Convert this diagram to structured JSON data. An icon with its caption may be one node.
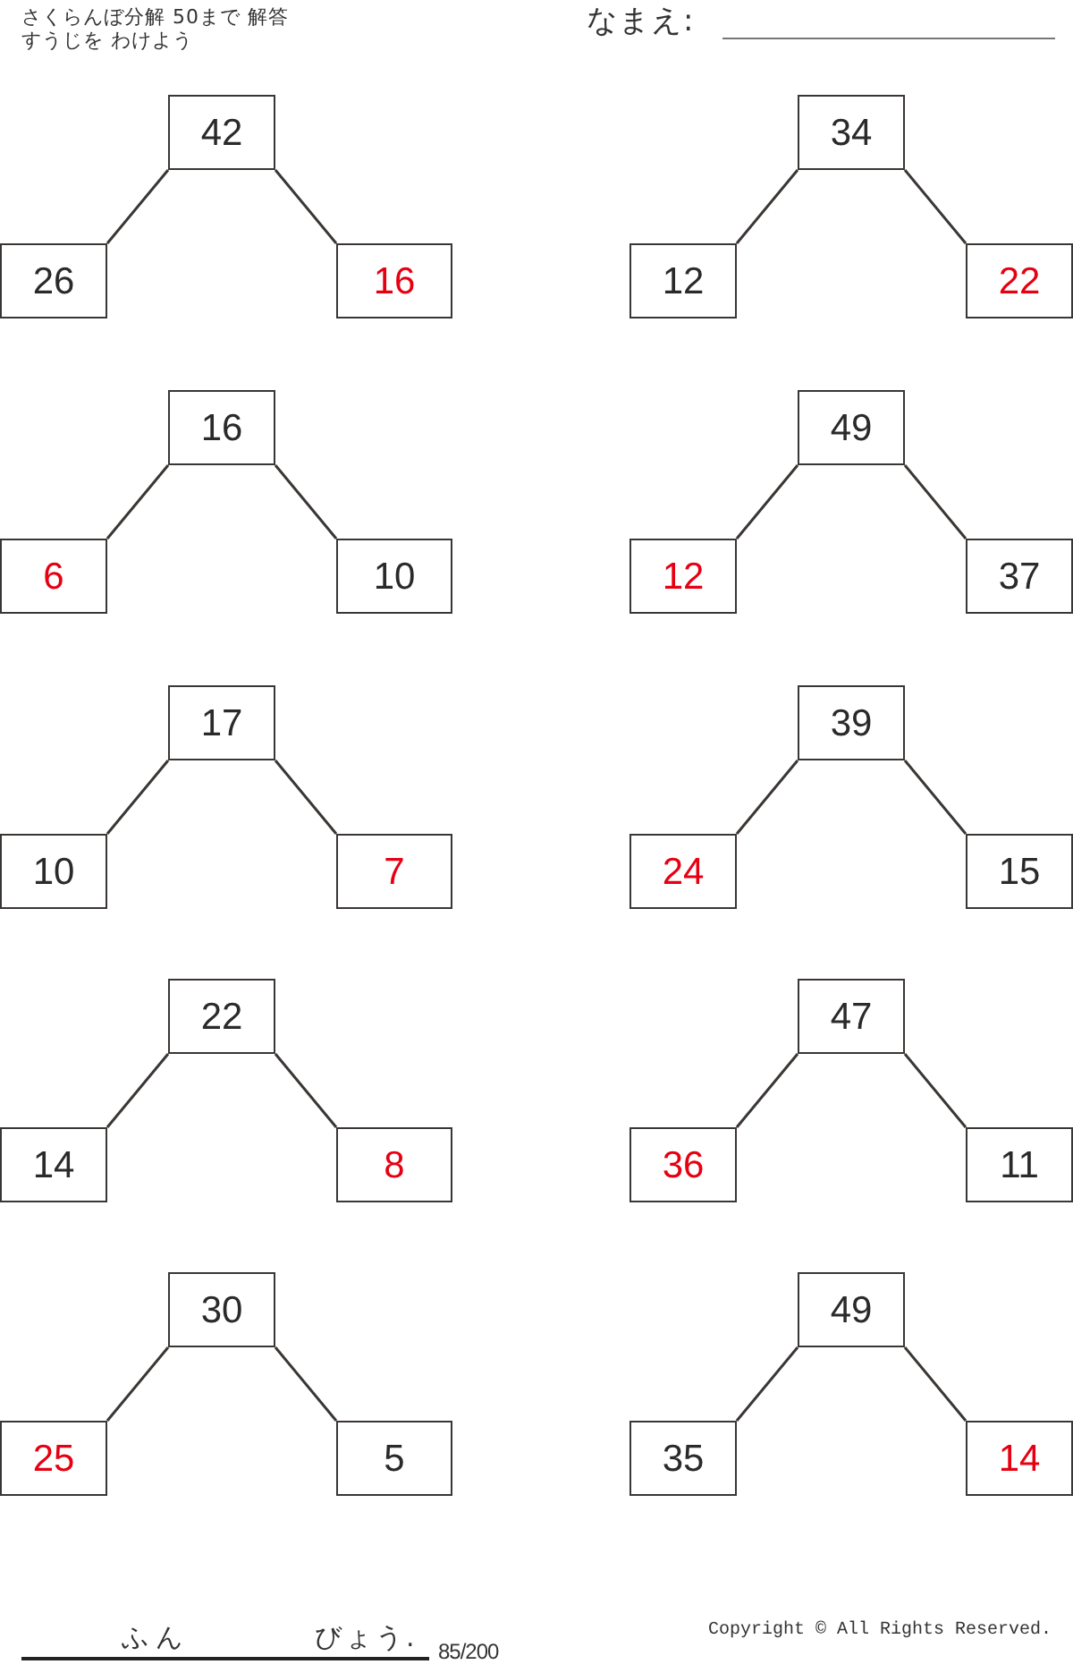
{
  "diagram": {
    "title": "さくらんぼ分解 50まで 解答",
    "nodes": [
      {
        "text": [
          "42"
        ]
      },
      {
        "text": [
          "26"
        ]
      },
      {
        "text": [
          "16"
        ]
      },
      {
        "text": [
          "34"
        ]
      },
      {
        "text": [
          "12"
        ]
      },
      {
        "text": [
          "22"
        ]
      },
      {
        "text": [
          "16"
        ]
      },
      {
        "text": [
          "6"
        ]
      },
      {
        "text": [
          "10"
        ]
      },
      {
        "text": [
          "49"
        ]
      },
      {
        "text": [
          "12"
        ]
      },
      {
        "text": [
          "37"
        ]
      },
      {
        "text": [
          "17"
        ]
      },
      {
        "text": [
          "10"
        ]
      },
      {
        "text": [
          "7"
        ]
      },
      {
        "text": [
          "39"
        ]
      },
      {
        "text": [
          "24"
        ]
      },
      {
        "text": [
          "15"
        ]
      },
      {
        "text": [
          "22"
        ]
      },
      {
        "text": [
          "14"
        ]
      },
      {
        "text": [
          "8"
        ]
      },
      {
        "text": [
          "47"
        ]
      },
      {
        "text": [
          "36"
        ]
      },
      {
        "text": [
          "11"
        ]
      },
      {
        "text": [
          "30"
        ]
      },
      {
        "text": [
          "25"
        ]
      },
      {
        "text": [
          "5"
        ]
      },
      {
        "text": [
          "49"
        ]
      },
      {
        "text": [
          "35"
        ]
      },
      {
        "text": [
          "14"
        ]
      }
    ],
    "edges": [
      {
        "from": 0,
        "to": 1,
        "arrow": "none"
      },
      {
        "from": 0,
        "to": 2,
        "arrow": "none"
      },
      {
        "from": 3,
        "to": 4,
        "arrow": "none"
      },
      {
        "from": 3,
        "to": 5,
        "arrow": "none"
      },
      {
        "from": 6,
        "to": 7,
        "arrow": "none"
      },
      {
        "from": 6,
        "to": 8,
        "arrow": "none"
      },
      {
        "from": 9,
        "to": 10,
        "arrow": "none"
      },
      {
        "from": 9,
        "to": 11,
        "arrow": "none"
      },
      {
        "from": 12,
        "to": 13,
        "arrow": "none"
      },
      {
        "from": 12,
        "to": 14,
        "arrow": "none"
      },
      {
        "from": 15,
        "to": 16,
        "arrow": "none"
      },
      {
        "from": 15,
        "to": 17,
        "arrow": "none"
      },
      {
        "from": 18,
        "to": 19,
        "arrow": "none"
      },
      {
        "from": 18,
        "to": 20,
        "arrow": "none"
      },
      {
        "from": 21,
        "to": 22,
        "arrow": "none"
      },
      {
        "from": 21,
        "to": 23,
        "arrow": "none"
      },
      {
        "from": 24,
        "to": 25,
        "arrow": "none"
      },
      {
        "from": 24,
        "to": 26,
        "arrow": "none"
      },
      {
        "from": 27,
        "to": 28,
        "arrow": "none"
      },
      {
        "from": 27,
        "to": 29,
        "arrow": "none"
      }
    ],
    "labels": [
      "すうじを わけよう",
      "なまえ:",
      "ふん",
      "びょう.",
      "85/200",
      "Copyright © All Rights Reserved."
    ]
  }
}
